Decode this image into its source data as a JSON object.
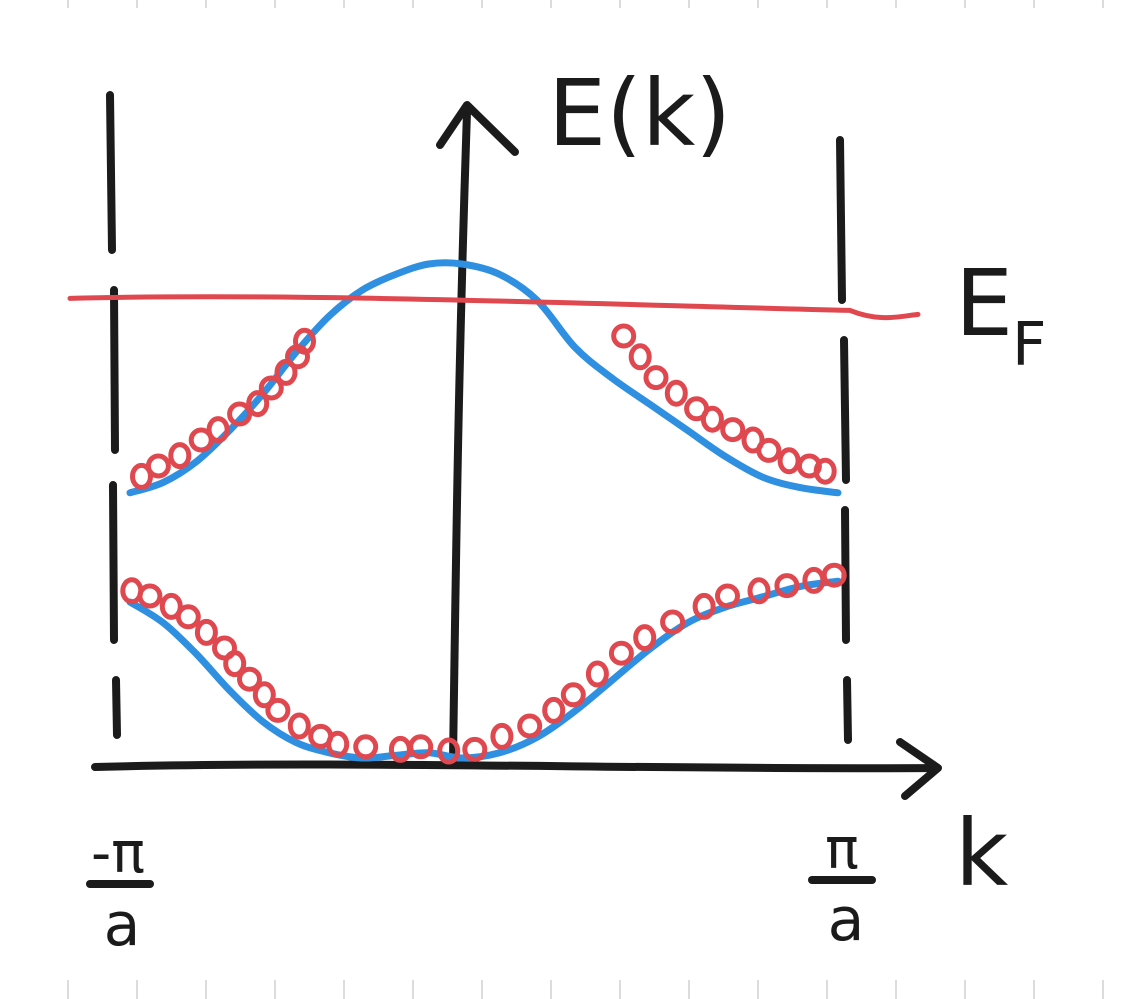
{
  "diagram": {
    "y_axis_label": "E(k)",
    "x_axis_label": "k",
    "fermi_label": "E",
    "fermi_subscript": "F",
    "left_boundary_label": {
      "numerator": "-π",
      "denominator": "a"
    },
    "right_boundary_label": {
      "numerator": "π",
      "denominator": "a"
    }
  },
  "colors": {
    "ink": "#1b1b1b",
    "band_curve": "#2f8fe0",
    "fermi_level": "#e0484f",
    "data_points": "#e0484f"
  },
  "chart_data": {
    "type": "scatter",
    "x_unit": "π/a",
    "xlim": [
      -1,
      1
    ],
    "fermi_level": 0.88,
    "bands": [
      {
        "x": [
          -1.0,
          -0.9,
          -0.8,
          -0.7,
          -0.6,
          -0.5,
          -0.4,
          -0.3,
          -0.2,
          -0.1,
          0.0,
          0.1,
          0.2,
          0.3,
          0.4,
          0.5,
          0.6,
          0.7,
          0.8,
          0.9,
          1.0
        ],
        "y": [
          0.3,
          0.26,
          0.2,
          0.13,
          0.07,
          0.03,
          0.01,
          0.0,
          0.005,
          0.01,
          0.0,
          0.01,
          0.04,
          0.09,
          0.15,
          0.21,
          0.26,
          0.29,
          0.31,
          0.33,
          0.34
        ]
      },
      {
        "x": [
          -1.0,
          -0.9,
          -0.8,
          -0.7,
          -0.6,
          -0.5,
          -0.4,
          -0.3,
          -0.2,
          -0.1,
          0.0,
          0.1,
          0.2,
          0.3,
          0.4,
          0.5,
          0.6,
          0.7,
          0.8,
          0.9,
          1.0
        ],
        "y": [
          0.51,
          0.53,
          0.57,
          0.63,
          0.7,
          0.78,
          0.85,
          0.9,
          0.93,
          0.95,
          0.95,
          0.93,
          0.88,
          0.79,
          0.73,
          0.68,
          0.63,
          0.58,
          0.54,
          0.52,
          0.51
        ]
      }
    ],
    "points": [
      {
        "x": -0.99,
        "y": 0.31
      },
      {
        "x": -0.94,
        "y": 0.3
      },
      {
        "x": -0.88,
        "y": 0.28
      },
      {
        "x": -0.82,
        "y": 0.26
      },
      {
        "x": -0.77,
        "y": 0.23
      },
      {
        "x": -0.72,
        "y": 0.2
      },
      {
        "x": -0.68,
        "y": 0.17
      },
      {
        "x": -0.64,
        "y": 0.14
      },
      {
        "x": -0.6,
        "y": 0.11
      },
      {
        "x": -0.55,
        "y": 0.08
      },
      {
        "x": -0.49,
        "y": 0.05
      },
      {
        "x": -0.43,
        "y": 0.03
      },
      {
        "x": -0.37,
        "y": 0.015
      },
      {
        "x": -0.29,
        "y": 0.01
      },
      {
        "x": -0.19,
        "y": 0.005
      },
      {
        "x": -0.12,
        "y": 0.01
      },
      {
        "x": -0.04,
        "y": 0.002
      },
      {
        "x": 0.03,
        "y": 0.005
      },
      {
        "x": 0.11,
        "y": 0.03
      },
      {
        "x": 0.18,
        "y": 0.05
      },
      {
        "x": 0.24,
        "y": 0.08
      },
      {
        "x": 0.3,
        "y": 0.11
      },
      {
        "x": 0.36,
        "y": 0.15
      },
      {
        "x": 0.42,
        "y": 0.19
      },
      {
        "x": 0.49,
        "y": 0.22
      },
      {
        "x": 0.56,
        "y": 0.25
      },
      {
        "x": 0.64,
        "y": 0.28
      },
      {
        "x": 0.71,
        "y": 0.3
      },
      {
        "x": 0.79,
        "y": 0.31
      },
      {
        "x": 0.86,
        "y": 0.32
      },
      {
        "x": 0.94,
        "y": 0.33
      },
      {
        "x": 0.99,
        "y": 0.34
      },
      {
        "x": -0.97,
        "y": 0.53
      },
      {
        "x": -0.91,
        "y": 0.55
      },
      {
        "x": -0.85,
        "y": 0.57
      },
      {
        "x": -0.79,
        "y": 0.6
      },
      {
        "x": -0.73,
        "y": 0.62
      },
      {
        "x": -0.67,
        "y": 0.65
      },
      {
        "x": -0.62,
        "y": 0.67
      },
      {
        "x": -0.57,
        "y": 0.7
      },
      {
        "x": -0.53,
        "y": 0.73
      },
      {
        "x": -0.5,
        "y": 0.76
      },
      {
        "x": -0.47,
        "y": 0.79
      },
      {
        "x": 0.43,
        "y": 0.8
      },
      {
        "x": 0.47,
        "y": 0.76
      },
      {
        "x": 0.52,
        "y": 0.72
      },
      {
        "x": 0.57,
        "y": 0.69
      },
      {
        "x": 0.62,
        "y": 0.66
      },
      {
        "x": 0.67,
        "y": 0.64
      },
      {
        "x": 0.72,
        "y": 0.62
      },
      {
        "x": 0.77,
        "y": 0.6
      },
      {
        "x": 0.82,
        "y": 0.58
      },
      {
        "x": 0.87,
        "y": 0.56
      },
      {
        "x": 0.92,
        "y": 0.55
      },
      {
        "x": 0.97,
        "y": 0.54
      }
    ]
  }
}
